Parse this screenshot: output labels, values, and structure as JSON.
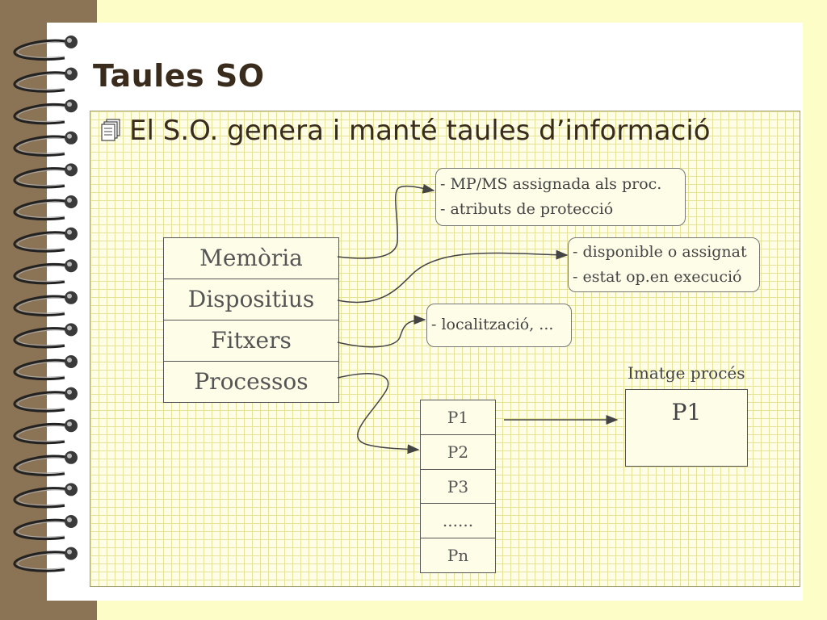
{
  "title": "Taules SO",
  "bullet": "El S.O. genera i manté taules d’informació",
  "os_tables": [
    "Memòria",
    "Dispositius",
    "Fitxers",
    "Processos"
  ],
  "callouts": {
    "memory": [
      "- MP/MS assignada als proc.",
      "- atributs de protecció"
    ],
    "devices": [
      "- disponible o assignat",
      "- estat op.en execució"
    ],
    "files": [
      "- localització, ..."
    ]
  },
  "processes": [
    "P1",
    "P2",
    "P3",
    "......",
    "Pn"
  ],
  "process_image": {
    "label": "Imatge procés",
    "content": "P1"
  }
}
